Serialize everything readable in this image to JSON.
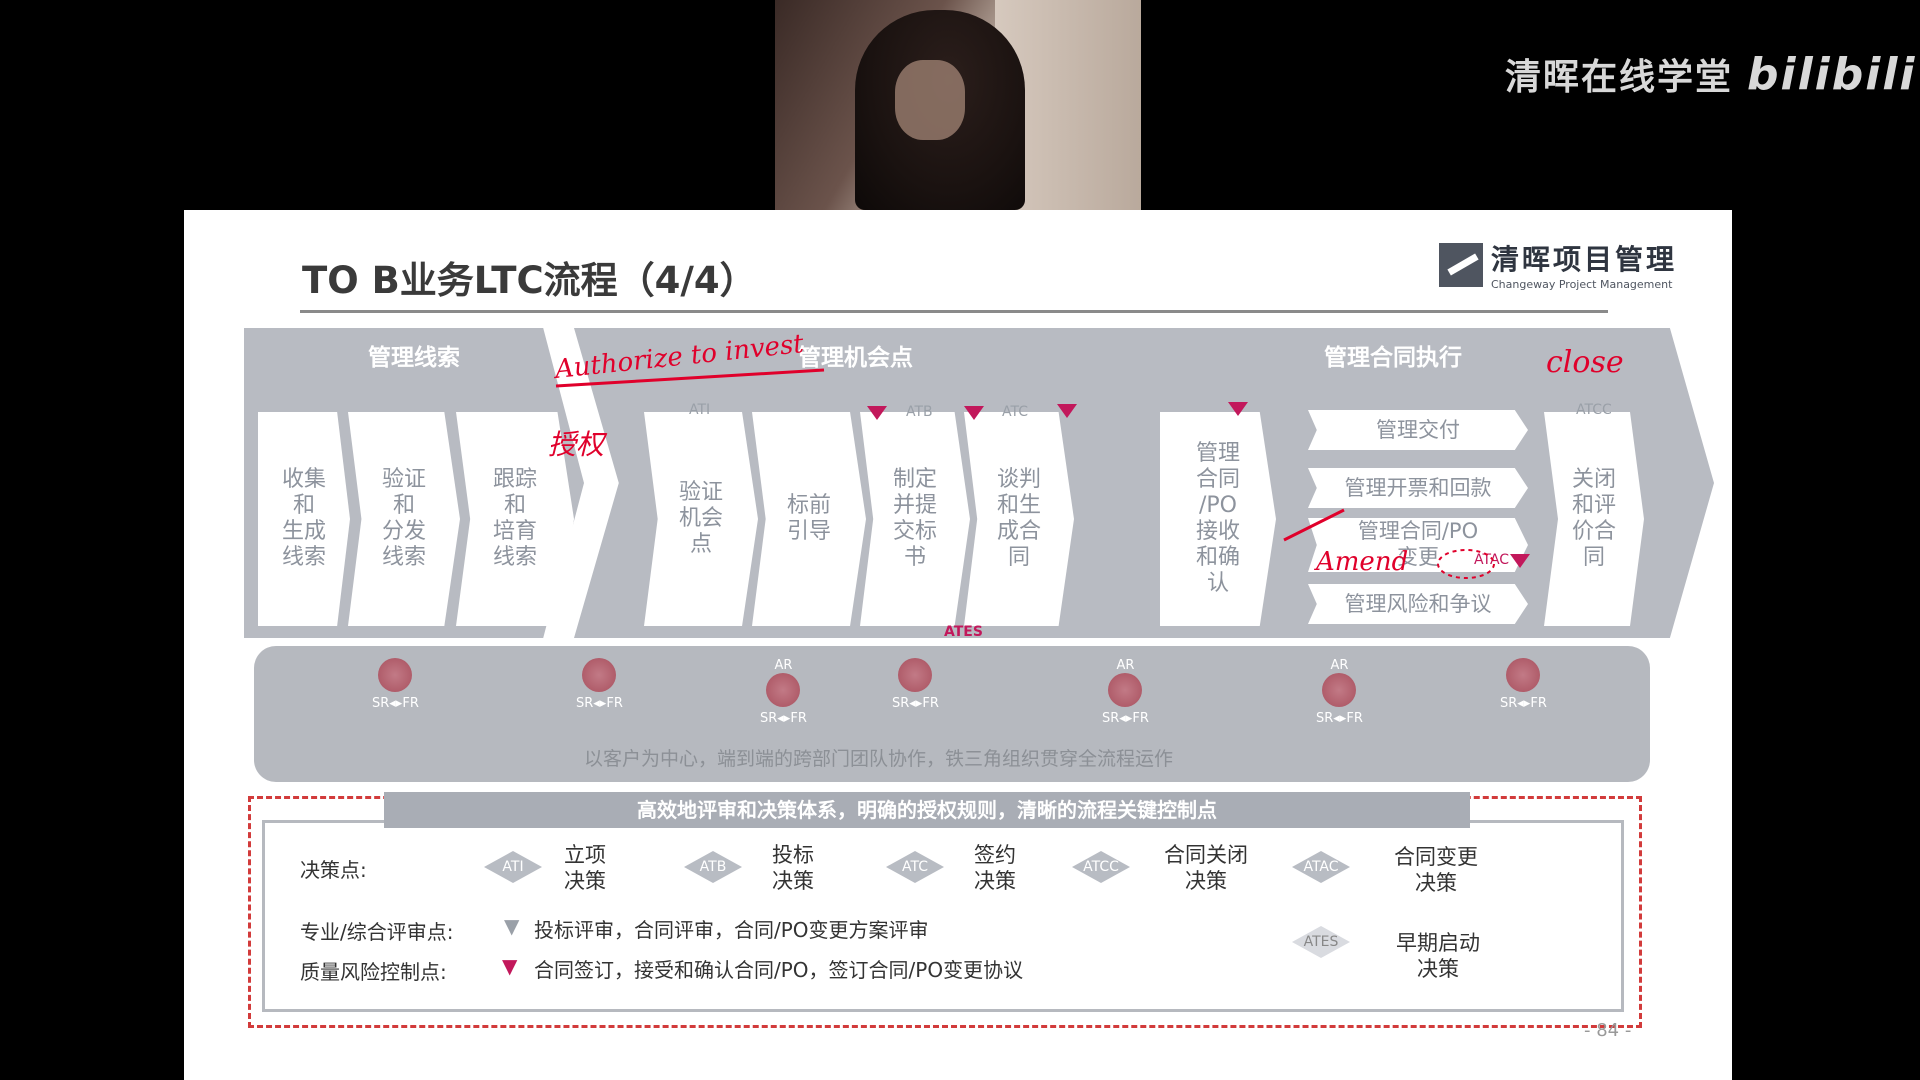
{
  "watermark": {
    "brand": "清晖在线学堂",
    "platform": "bilibili"
  },
  "slide": {
    "title": "TO B业务LTC流程（4/4）",
    "logo": {
      "cn": "清晖项目管理",
      "en": "Changeway Project Management"
    },
    "page_number": "- 84 -",
    "stages": [
      {
        "title": "管理线索",
        "steps": [
          "收集\n和\n生成\n线索",
          "验证\n和\n分发\n线索",
          "跟踪\n和\n培育\n线索"
        ]
      },
      {
        "title": "管理机会点",
        "steps": [
          "验证\n机会\n点",
          "标前\n引导",
          "制定\n并提\n交标\n书",
          "谈判\n和生\n成合\n同"
        ]
      },
      {
        "title": "管理合同执行",
        "steps": [
          "管理\n合同\n/PO\n接收\n和确\n认"
        ],
        "subs": [
          "管理交付",
          "管理开票和回款",
          "管理合同/PO\n变更",
          "管理风险和争议"
        ],
        "close": "关闭\n和评\n价合\n同"
      }
    ],
    "diamonds": {
      "ati": "ATI",
      "atb": "ATB",
      "atc": "ATC",
      "atcc": "ATCC",
      "atac": "ATAC",
      "ates": "ATES"
    },
    "roles": {
      "ar": "AR",
      "sr_fr": "SR◂▸FR"
    },
    "role_text": "以客户为中心，端到端的跨部门团队协作，铁三角组织贯穿全流程运作",
    "legend": {
      "header": "高效地评审和决策体系，明确的授权规则，清晰的流程关键控制点",
      "decision_label": "决策点:",
      "decisions": [
        {
          "code": "ATI",
          "text": "立项\n决策"
        },
        {
          "code": "ATB",
          "text": "投标\n决策"
        },
        {
          "code": "ATC",
          "text": "签约\n决策"
        },
        {
          "code": "ATCC",
          "text": "合同关闭\n决策"
        },
        {
          "code": "ATAC",
          "text": "合同变更\n决策"
        }
      ],
      "review_label": "专业/综合评审点:",
      "review_text": "投标评审，合同评审，合同/PO变更方案评审",
      "quality_label": "质量风险控制点:",
      "quality_text": "合同签订，接受和确认合同/PO，签订合同/PO变更协议",
      "ates": {
        "code": "ATES",
        "text": "早期启动\n决策"
      }
    },
    "annotations": {
      "authorize": "Authorize to invest",
      "grant": "授权",
      "close": "close",
      "amend": "Amend"
    }
  }
}
